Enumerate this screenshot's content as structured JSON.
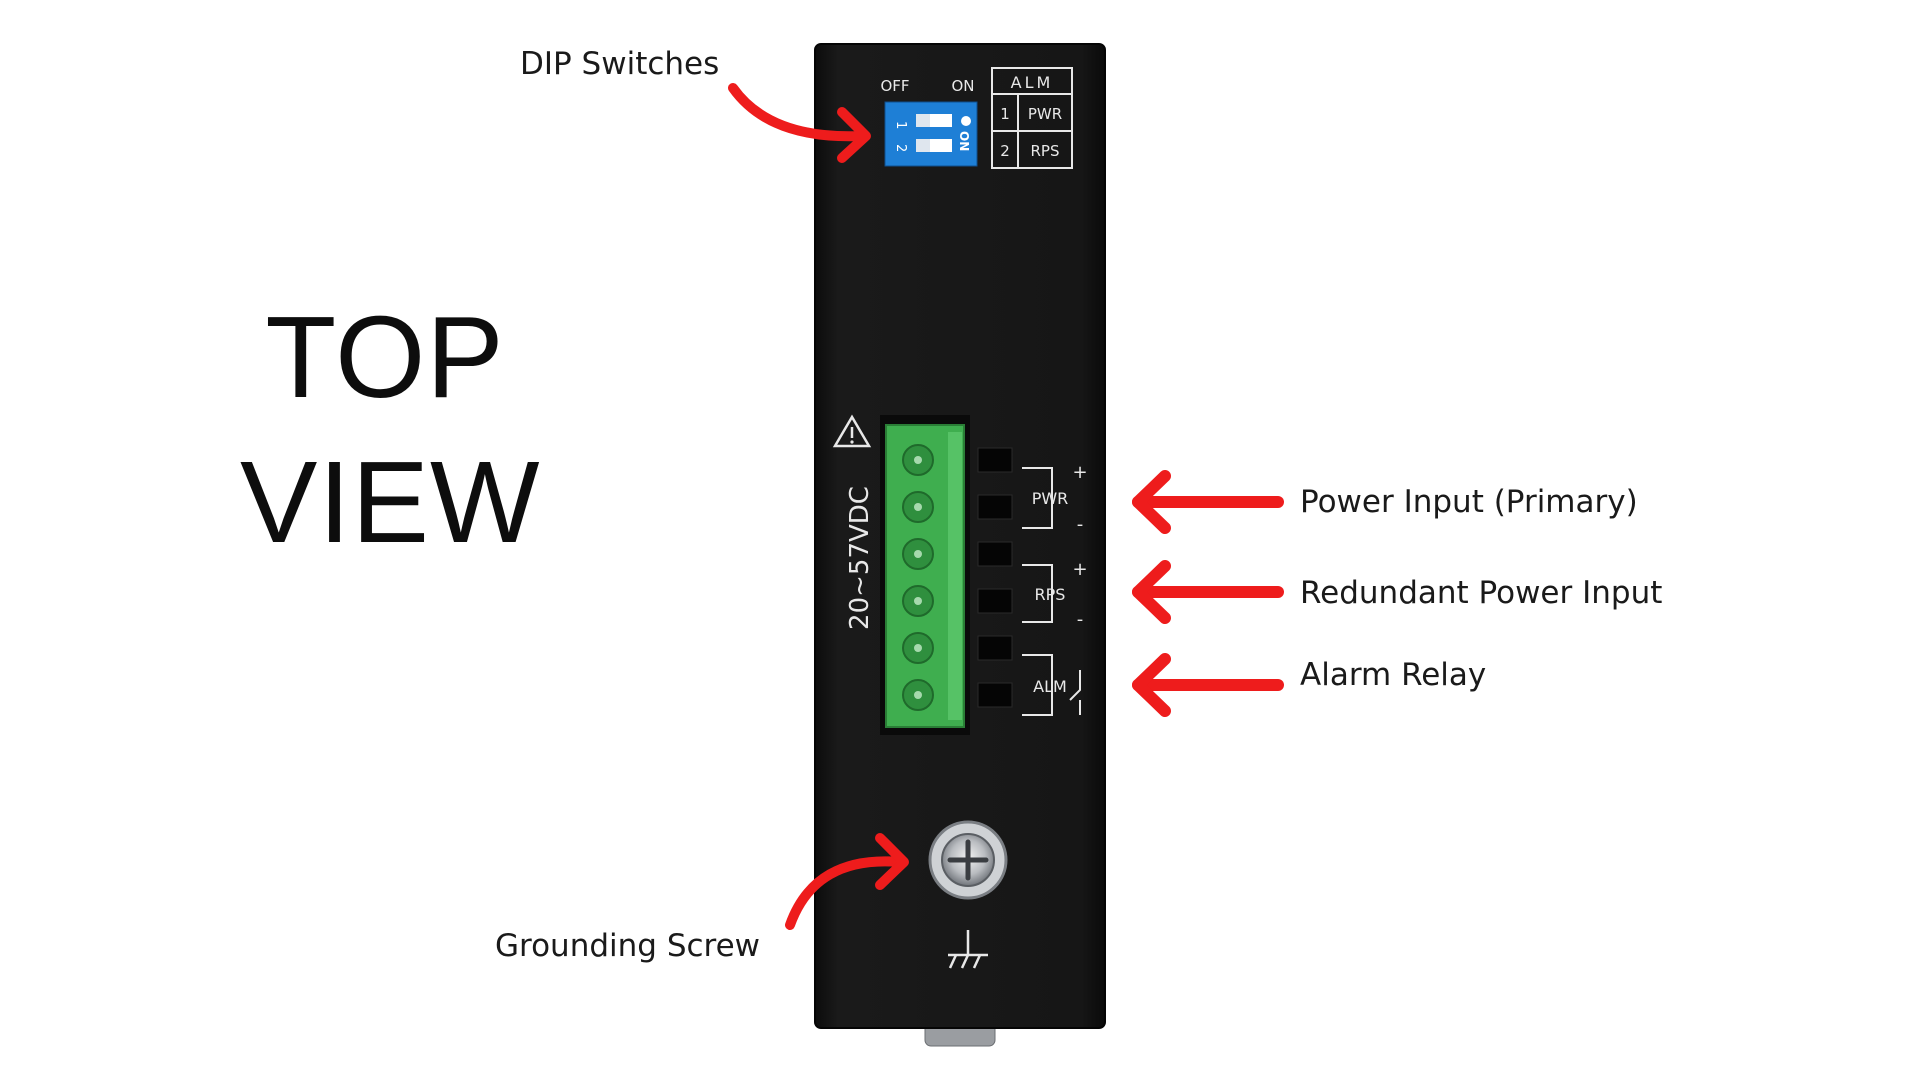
{
  "title": {
    "line1": "TOP",
    "line2": "VIEW"
  },
  "callouts": {
    "dip_switches": "DIP Switches",
    "power_primary": "Power Input (Primary)",
    "redundant_power": "Redundant Power Input",
    "alarm_relay": "Alarm Relay",
    "grounding_screw": "Grounding Screw"
  },
  "device": {
    "dip": {
      "off_label": "OFF",
      "on_label": "ON",
      "switch_numbers": [
        "1",
        "2"
      ],
      "on_marker": "ON"
    },
    "alm_table": {
      "header": "ALM",
      "rows": [
        {
          "num": "1",
          "label": "PWR"
        },
        {
          "num": "2",
          "label": "RPS"
        }
      ]
    },
    "voltage_label": "20~57VDC",
    "terminal_labels": {
      "pwr": "PWR",
      "rps": "RPS",
      "alm": "ALM"
    },
    "polarity": {
      "plus": "+",
      "minus": "-"
    }
  },
  "colors": {
    "device_body": "#141414",
    "dip_blue": "#1e7fd6",
    "terminal_green": "#3fae4f",
    "arrow_red": "#ee1c1c",
    "silkscreen": "#e8e8e8"
  }
}
